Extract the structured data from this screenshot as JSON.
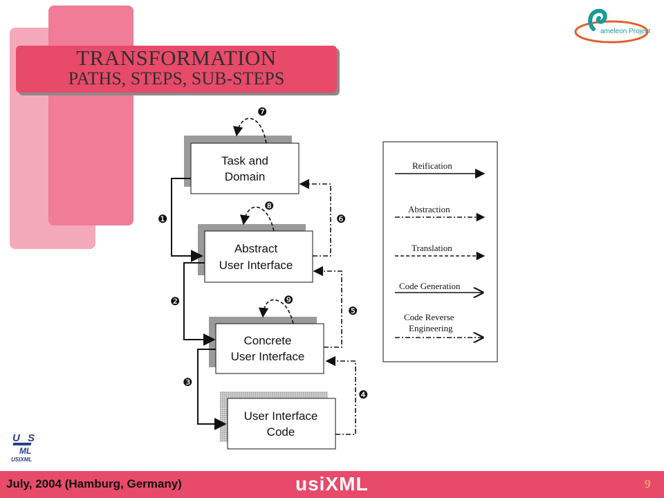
{
  "slide": {
    "title_line_1": "TRANSFORMATION",
    "title_line_2": "PATHS, STEPS, SUB-STEPS"
  },
  "logos": {
    "cameleon_text": "ameleon Project",
    "usixml_text": "USIXML"
  },
  "diagram": {
    "boxes": [
      {
        "id": "task-domain",
        "lines": [
          "Task and",
          "Domain"
        ]
      },
      {
        "id": "abstract-ui",
        "lines": [
          "Abstract",
          "User Interface"
        ]
      },
      {
        "id": "concrete-ui",
        "lines": [
          "Concrete",
          "User Interface"
        ]
      },
      {
        "id": "ui-code",
        "lines": [
          "User Interface",
          "Code"
        ]
      }
    ],
    "step_numbers": [
      "❶",
      "❷",
      "❸",
      "❹",
      "❺",
      "❻",
      "❼",
      "❽",
      "❾"
    ],
    "legend": [
      {
        "label": "Reification",
        "style": "solid-filled"
      },
      {
        "label": "Abstraction",
        "style": "dashdot-filled"
      },
      {
        "label": "Translation",
        "style": "dashed-filled"
      },
      {
        "label": "Code Generation",
        "style": "solid-open"
      },
      {
        "label_lines": [
          "Code Reverse",
          "Engineering"
        ],
        "style": "dashdot-open"
      }
    ]
  },
  "footer": {
    "date": "July, 2004 (Hamburg, Germany)",
    "brand": "usiXML",
    "page": "9"
  },
  "colors": {
    "banner": "#e84a6a",
    "deco_light": "#f4a9ba",
    "deco_dark": "#f07c98",
    "footer": "#e84a6a",
    "page_number": "#f0d060"
  }
}
